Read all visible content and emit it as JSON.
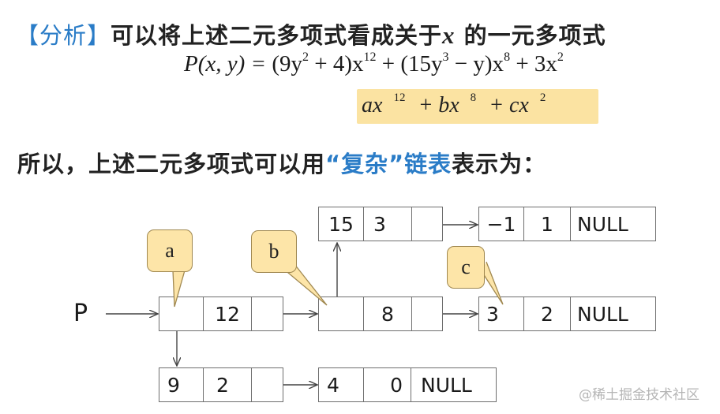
{
  "heading": {
    "tag": "【分析】",
    "text_before": "可以将上述二元多项式看成关于",
    "variable": "x",
    "text_after": "的一元多项式"
  },
  "formula": {
    "lhs": "P(x, y) = ",
    "term1_coef": "(9y",
    "term1_coef_exp": "2",
    "term1_coef_rest": " + 4)x",
    "term1_exp": "12",
    "term2_coef": " + (15y",
    "term2_coef_exp": "3",
    "term2_coef_rest": " − y)x",
    "term2_exp": "8",
    "term3": " + 3x",
    "term3_exp": "2"
  },
  "highlight": {
    "a_term": "ax",
    "a_exp": "12",
    "op1": "+",
    "b_term": "bx",
    "b_exp": "8",
    "op2": "+",
    "c_term": "cx",
    "c_exp": "2",
    "color": "#fbe3a2"
  },
  "line2": {
    "text_before": "所以，上述二元多项式可以用",
    "quoted": "“复杂”",
    "blue_word": "链表",
    "text_after": "表示为："
  },
  "diagram": {
    "pointer_label": "P",
    "main_chain": [
      {
        "cells": [
          "",
          "12",
          ""
        ]
      },
      {
        "cells": [
          "",
          "8",
          ""
        ]
      },
      {
        "cells": [
          "3",
          "2",
          "NULL"
        ]
      }
    ],
    "sub_chain_a": [
      {
        "cells": [
          "9",
          "2",
          ""
        ]
      },
      {
        "cells": [
          "4",
          "0",
          "NULL"
        ]
      }
    ],
    "sub_chain_b": [
      {
        "cells": [
          "15",
          "3",
          ""
        ]
      },
      {
        "cells": [
          "−1",
          "1",
          "NULL"
        ]
      }
    ],
    "callouts": [
      "a",
      "b",
      "c"
    ],
    "callout_color": "#fde5a8"
  },
  "watermark": "@稀土掘金技术社区",
  "colors": {
    "accent_blue": "#2a7cc7",
    "text": "#222222"
  }
}
